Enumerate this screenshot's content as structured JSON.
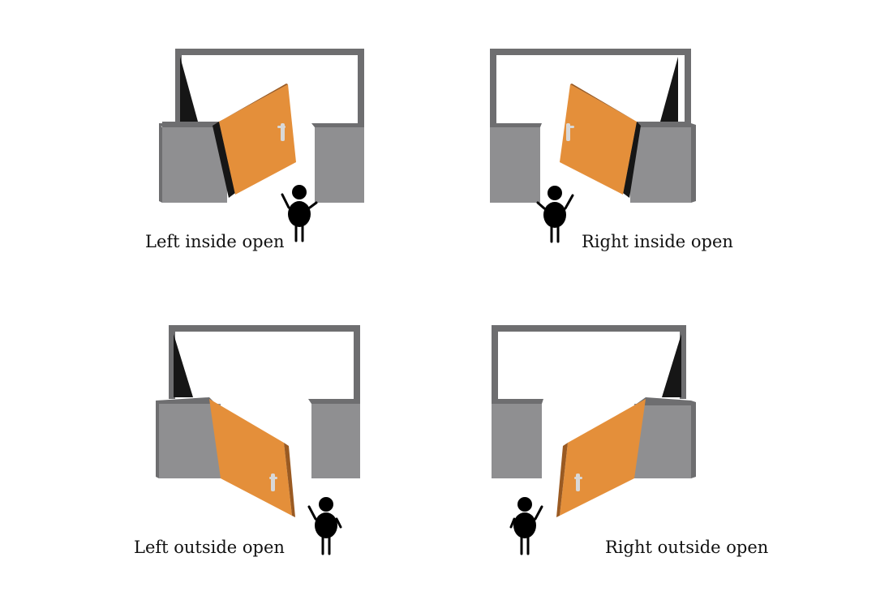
{
  "diagram": {
    "panels": [
      {
        "id": "left-inside",
        "label": "Left inside open",
        "door_side": "left",
        "swing": "inside"
      },
      {
        "id": "right-inside",
        "label": "Right inside open",
        "door_side": "right",
        "swing": "inside"
      },
      {
        "id": "left-outside",
        "label": "Left outside open",
        "door_side": "left",
        "swing": "outside"
      },
      {
        "id": "right-outside",
        "label": "Right outside open",
        "door_side": "right",
        "swing": "outside"
      }
    ],
    "colors": {
      "wall_front": "#8f8f91",
      "wall_top": "#6e6e70",
      "wall_shadow": "#161616",
      "door_face": "#e48f3a",
      "door_edge": "#9a5a22",
      "handle": "#d8d8d8",
      "person": "#000000",
      "background": "#ffffff"
    },
    "icons": [
      "door-icon",
      "wall-icon",
      "person-icon",
      "door-handle-icon"
    ]
  }
}
